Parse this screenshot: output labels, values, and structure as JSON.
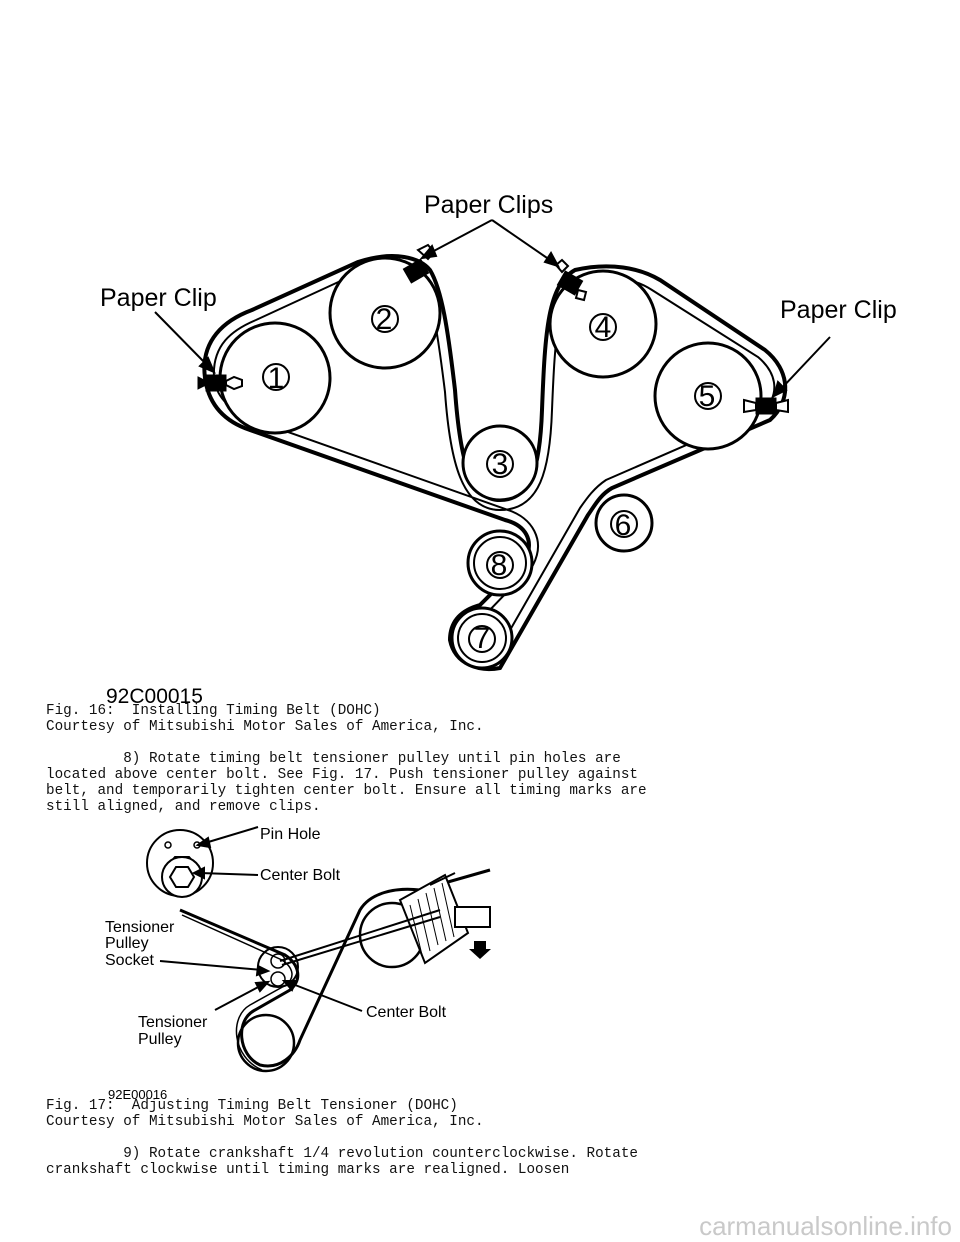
{
  "figure16": {
    "labels": {
      "paper_clips": "Paper Clips",
      "paper_clip_left": "Paper Clip",
      "paper_clip_right": "Paper Clip"
    },
    "pulley_numbers": [
      "1",
      "2",
      "3",
      "4",
      "5",
      "6",
      "7",
      "8"
    ],
    "drawing_code": "92C00015",
    "caption_line1": "Fig. 16:  Installing Timing Belt (DOHC)",
    "caption_line2": "Courtesy of Mitsubishi Motor Sales of America, Inc."
  },
  "step8": {
    "lines": [
      "         8) Rotate timing belt tensioner pulley until pin holes are",
      "located above center bolt. See Fig. 17. Push tensioner pulley against",
      "belt, and temporarily tighten center bolt. Ensure all timing marks are",
      "still aligned, and remove clips."
    ]
  },
  "figure17": {
    "labels": {
      "pin_hole": "Pin Hole",
      "center_bolt_top": "Center Bolt",
      "tensioner_pulley_socket_1": "Tensioner",
      "tensioner_pulley_socket_2": "Pulley",
      "tensioner_pulley_socket_3": "Socket",
      "tensioner_pulley_1": "Tensioner",
      "tensioner_pulley_2": "Pulley",
      "center_bolt_bottom": "Center Bolt"
    },
    "drawing_code": "92E00016",
    "caption_line1": "Fig. 17:  Adjusting Timing Belt Tensioner (DOHC)",
    "caption_line2": "Courtesy of Mitsubishi Motor Sales of America, Inc."
  },
  "step9": {
    "lines": [
      "         9) Rotate crankshaft 1/4 revolution counterclockwise. Rotate",
      "crankshaft clockwise until timing marks are realigned. Loosen"
    ]
  },
  "watermark": "carmanualsonline.info"
}
